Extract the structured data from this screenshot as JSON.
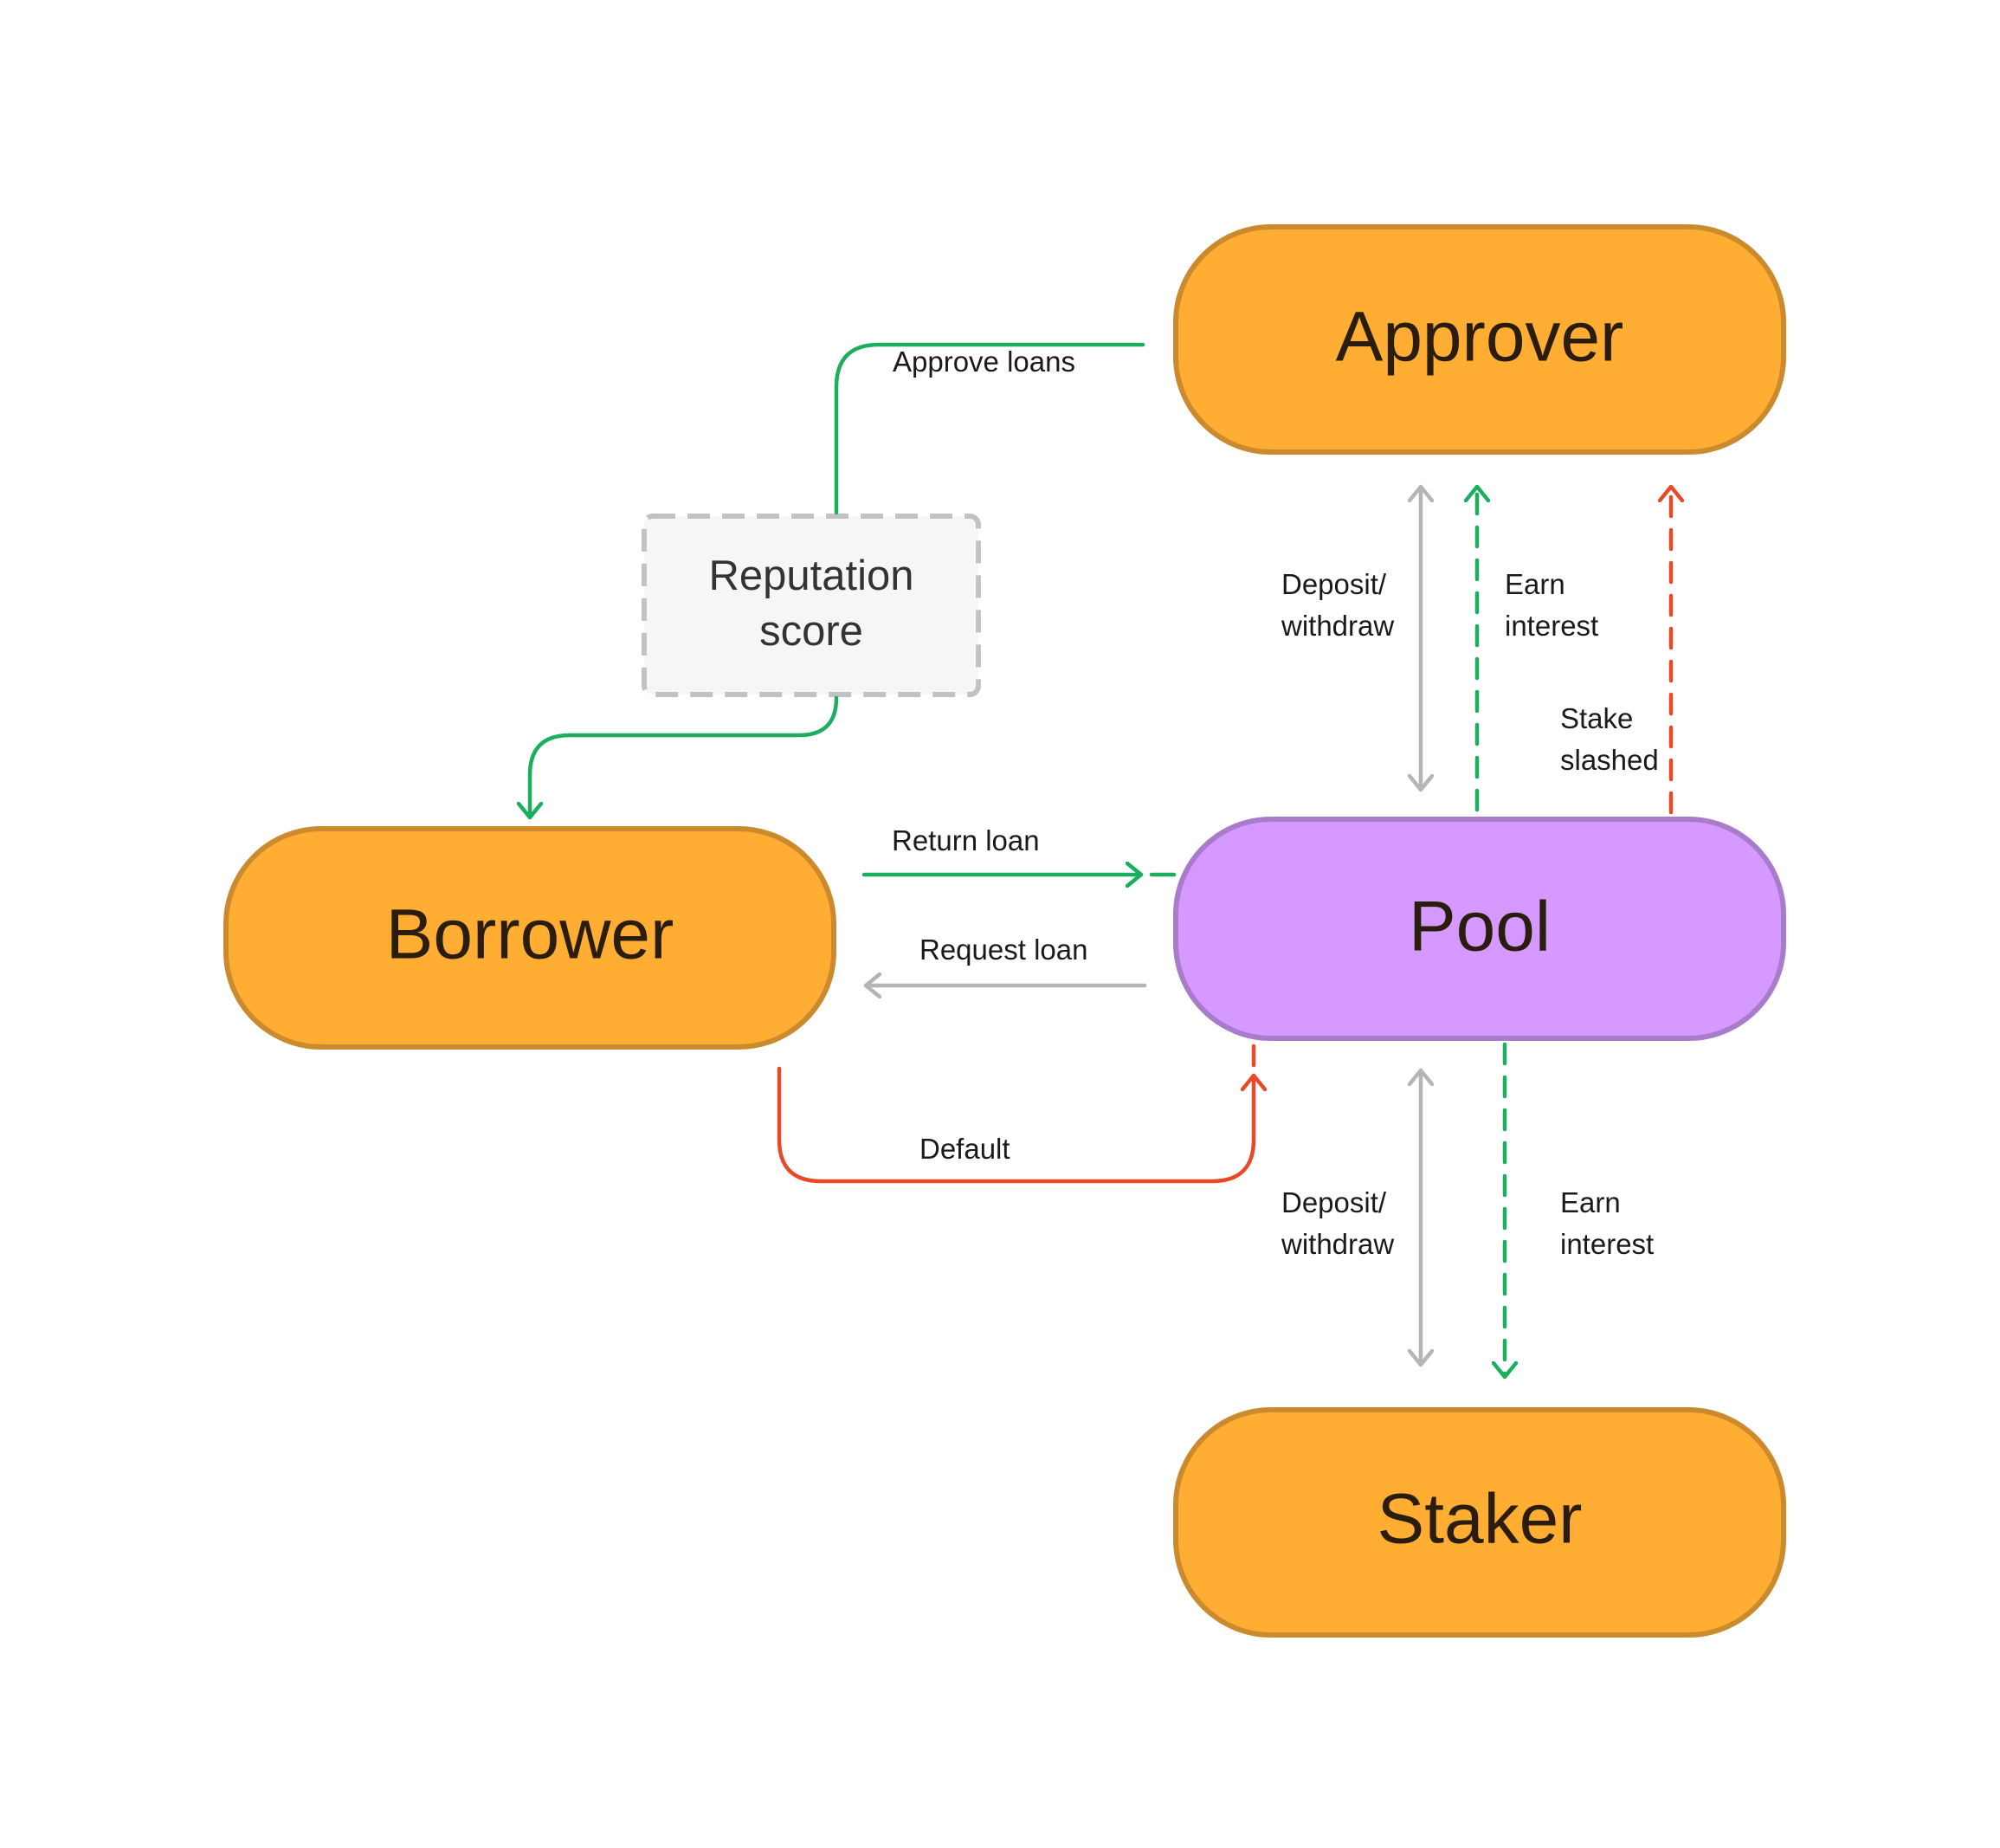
{
  "nodes": {
    "approver": "Approver",
    "borrower": "Borrower",
    "pool": "Pool",
    "staker": "Staker",
    "reputation_line1": "Reputation",
    "reputation_line2": "score"
  },
  "edges": {
    "approve_loans": "Approve loans",
    "return_loan": "Return loan",
    "request_loan": "Request loan",
    "default": "Default",
    "approver_deposit_line1": "Deposit/",
    "approver_deposit_line2": "withdraw",
    "approver_earn_line1": "Earn",
    "approver_earn_line2": "interest",
    "stake_slashed_line1": "Stake",
    "stake_slashed_line2": "slashed",
    "staker_deposit_line1": "Deposit/",
    "staker_deposit_line2": "withdraw",
    "staker_earn_line1": "Earn",
    "staker_earn_line2": "interest"
  },
  "colors": {
    "actor_fill": "#FFAD33",
    "actor_stroke": "#CC8A2E",
    "pool_fill": "#D699FF",
    "pool_stroke": "#A97BCB",
    "reputation_fill": "#F6F6F6",
    "reputation_stroke": "#C2C2C2",
    "green": "#1AAE5E",
    "gray": "#B5B5B5",
    "red": "#E84A27"
  }
}
